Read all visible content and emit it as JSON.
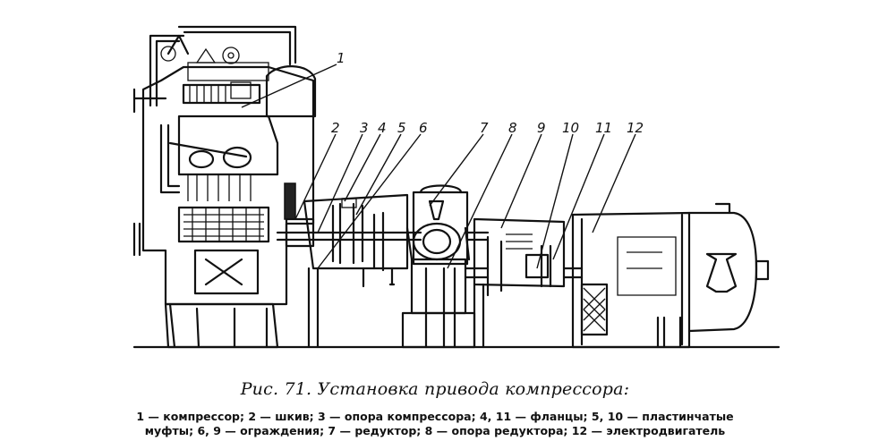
{
  "figure": {
    "callouts": [
      "1",
      "2",
      "3",
      "4",
      "5",
      "6",
      "7",
      "8",
      "9",
      "10",
      "11",
      "12"
    ]
  },
  "caption": {
    "title": "Рис. 71. Установка привода компрессора:",
    "legend_line_1": "1 — компрессор; 2 — шкив; 3 — опора компрессора; 4, 11 — фланцы; 5, 10 — пластинчатые",
    "legend_line_2": "муфты; 6, 9 — ограждения; 7 — редуктор; 8 — опора редуктора; 12 — электродвигатель"
  }
}
